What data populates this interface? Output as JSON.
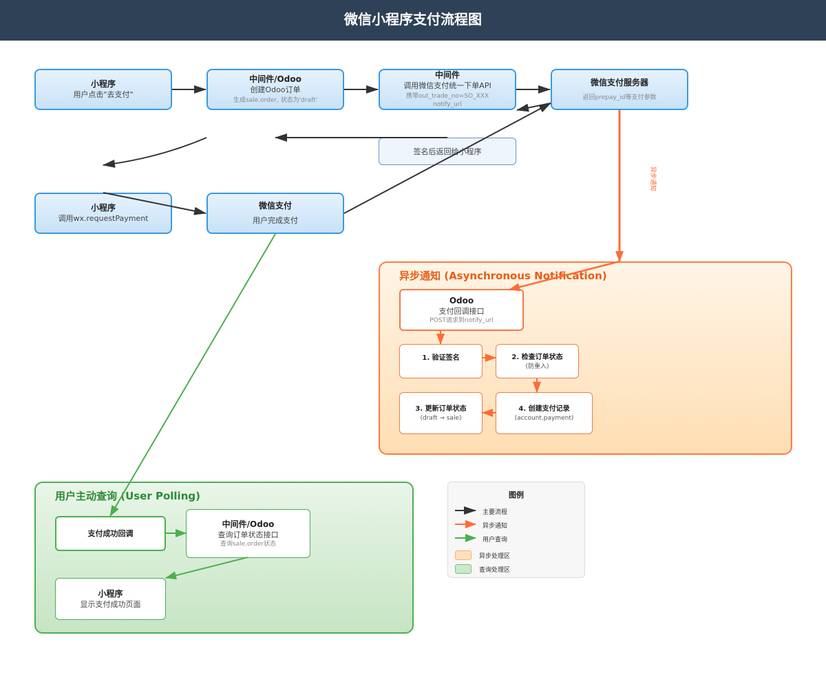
{
  "title": "微信小程序支付流程图",
  "nodes": {
    "mp_pay": {
      "title": "小程序",
      "line1": "用户点击\"去支付\""
    },
    "mw_order": {
      "title": "中间件/Odoo",
      "line1": "创建Odoo订单",
      "note": "生成sale.order, 状态为'draft'"
    },
    "mw_api": {
      "title": "中间件",
      "line1": "调用微信支付统一下单API",
      "note1": "携带out_trade_no=SO_XXX",
      "note2": "notify_url"
    },
    "wx_server": {
      "title": "微信支付服务器",
      "note": "返回prepay_id等支付参数"
    },
    "sign_return": {
      "line1": "签名后返回给小程序"
    },
    "mp_request": {
      "title": "小程序",
      "line1": "调用wx.requestPayment"
    },
    "wx_pay": {
      "title": "微信支付",
      "line1": "用户完成支付"
    }
  },
  "async_region": {
    "title": "异步通知 (Asynchronous Notification)",
    "edge_label": "异步通知",
    "odoo": {
      "title": "Odoo",
      "line1": "支付回调接口",
      "note": "POST请求到notify_url"
    },
    "step1": {
      "title": "1. 验证签名"
    },
    "step2": {
      "title": "2. 检查订单状态",
      "sub": "(防重入)"
    },
    "step3": {
      "title": "3. 更新订单状态",
      "sub": "(draft → sale)"
    },
    "step4": {
      "title": "4. 创建支付记录",
      "sub": "(account.payment)"
    }
  },
  "polling_region": {
    "title": "用户主动查询 (User Polling)",
    "edge_label": "",
    "callback": {
      "title": "支付成功回调"
    },
    "query": {
      "title": "中间件/Odoo",
      "line1": "查询订单状态接口",
      "note": "查询sale.order状态"
    },
    "success": {
      "title": "小程序",
      "line1": "显示支付成功页面"
    }
  },
  "legend": {
    "title": "图例",
    "items": [
      {
        "label": "主要流程",
        "color": "#333333"
      },
      {
        "label": "异步通知",
        "color": "#ff6b35"
      },
      {
        "label": "用户查询",
        "color": "#4caf50"
      }
    ],
    "areas": [
      {
        "label": "异步处理区",
        "color": "#ffe0bd"
      },
      {
        "label": "查询处理区",
        "color": "#cde8cc"
      }
    ]
  },
  "colors": {
    "main": "#333333",
    "async": "#ff6b35",
    "poll": "#4caf50",
    "node_border": "#3b99e0",
    "header": "#2e4156"
  }
}
